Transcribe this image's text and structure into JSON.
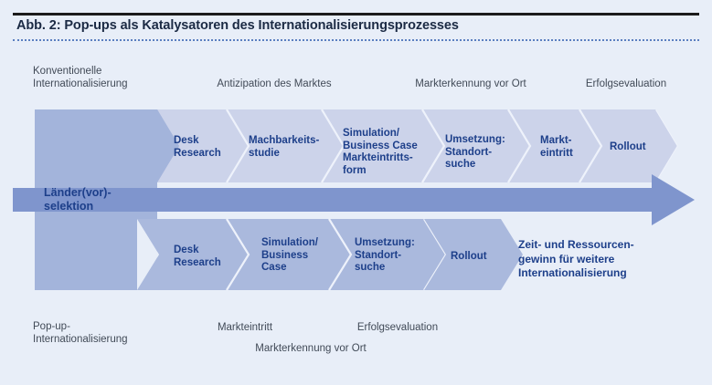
{
  "figure": {
    "title": "Abb. 2: Pop-ups als Katalysatoren des Internationalisierungsprozesses",
    "background": "#e8eef8",
    "accent": "#1d3f8a"
  },
  "colors": {
    "title_text": "#1b2a44",
    "rule": "#1b1b1b",
    "dots": "#5b7fc0",
    "caption_text": "#414a57",
    "band_top": "#ccd3ea",
    "band_bottom": "#aab9dd",
    "left_block": "#a3b4db",
    "arrow": "#7f95cd",
    "tail_square": "#7f95cd",
    "label_text": "#1d3f8a"
  },
  "captions": {
    "top": [
      {
        "lines": [
          "Konventionelle",
          "Internationalisierung"
        ]
      },
      {
        "lines": [
          "Antizipation des Marktes"
        ]
      },
      {
        "lines": [
          "Markterkennung vor Ort"
        ]
      },
      {
        "lines": [
          "Erfolgsevaluation"
        ]
      }
    ],
    "bottom": [
      {
        "lines": [
          "Pop-up-",
          "Internationalisierung"
        ]
      },
      {
        "lines": [
          "Markteintritt"
        ]
      },
      {
        "lines": [
          "Erfolgsevaluation"
        ]
      },
      {
        "lines": [
          "Markterkennung vor Ort"
        ]
      }
    ]
  },
  "start_block": {
    "label_lines": [
      "Länder(vor)-",
      "selektion"
    ]
  },
  "top_track": {
    "steps": [
      {
        "label_lines": [
          "Desk",
          "Research"
        ]
      },
      {
        "label_lines": [
          "Machbarkeits-",
          "studie"
        ]
      },
      {
        "label_lines": [
          "Simulation/",
          "Business Case",
          "Markteintritts-",
          "form"
        ]
      },
      {
        "label_lines": [
          "Umsetzung:",
          "Standort-",
          "suche"
        ]
      },
      {
        "label_lines": [
          "Markt-",
          "eintritt"
        ]
      },
      {
        "label_lines": [
          "Rollout"
        ]
      }
    ]
  },
  "bottom_track": {
    "steps": [
      {
        "label_lines": [
          "Desk",
          "Research"
        ]
      },
      {
        "label_lines": [
          "Simulation/",
          "Business",
          "Case"
        ]
      },
      {
        "label_lines": [
          "Umsetzung:",
          "Standort-",
          "suche"
        ]
      },
      {
        "label_lines": [
          "Rollout"
        ]
      }
    ],
    "outcome": {
      "label_lines": [
        "Zeit- und Ressourcen-",
        "gewinn für weitere",
        "Internationalisierung"
      ]
    }
  }
}
